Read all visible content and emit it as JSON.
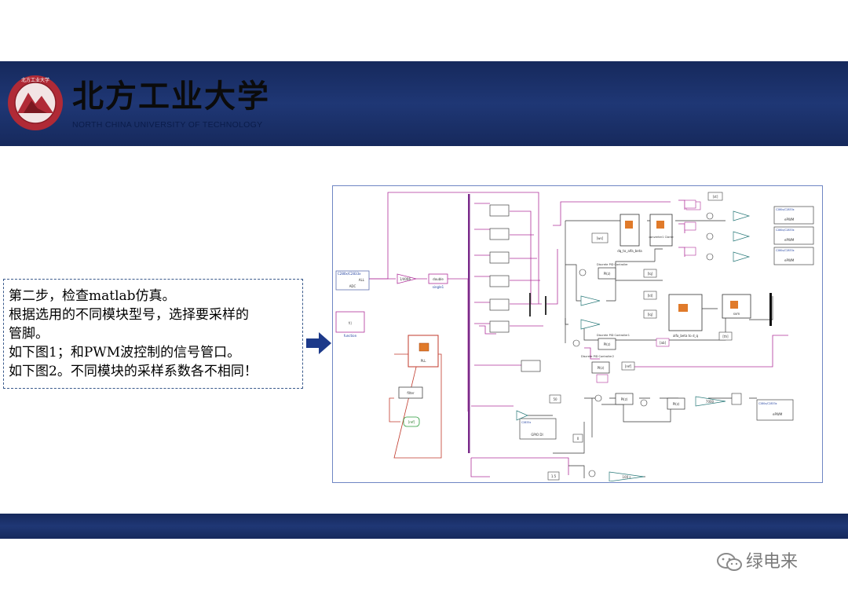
{
  "header": {
    "logo_cn": "北方工业大学",
    "logo_en": "NORTH CHINA UNIVERSITY OF TECHNOLOGY",
    "emblem_text": "北方工业大学"
  },
  "note": {
    "lines": [
      "第二步，检查matlab仿真。",
      "根据选用的不同模块型号，选择要采样的",
      "管脚。",
      "如下图1；和PWM波控制的信号管口。",
      "如下图2。不同模块的采样系数各不相同！"
    ]
  },
  "diagram": {
    "adc_block": {
      "title": "C280x/C2833x",
      "port": "ALL",
      "name": "ADC"
    },
    "function_block": {
      "name": "function"
    },
    "gain_label": "1/4096",
    "convert_label": "double",
    "convert_sub": "single1",
    "pll_label": "PLL",
    "filter_label": "filter",
    "out_label": "[ref]",
    "calc_labels": [
      "dq_to_alfa_beta",
      "converter1 Clarke",
      "alfa_beta to d_q",
      "svm"
    ],
    "tag_labels": [
      "[ws]",
      "[lb]",
      "[lq]",
      "[Id]",
      "[Iq]",
      "[ref]",
      "[st]",
      "[th]",
      "[ab]"
    ],
    "pid_labels": [
      "Discrete PID Controller",
      "Discrete PID Controller1",
      "Discrete PID Controller2"
    ],
    "epwm_labels": [
      "ePWM",
      "ePWM",
      "ePWM",
      "ePWM"
    ],
    "epwm_title": "C280x/C2833x",
    "gpio_title": "C2833x",
    "gpio_label": "GPIO DI",
    "const_labels": [
      "50",
      "0",
      "1.5",
      "7000"
    ],
    "dc_label": "100 s"
  },
  "watermark": {
    "text": "绿电来"
  },
  "colors": {
    "banner": "#1a2f68",
    "frame": "#6f86c4",
    "wire_magenta": "#b0309a",
    "wire_red": "#c0392b",
    "wire_black": "#333333"
  }
}
